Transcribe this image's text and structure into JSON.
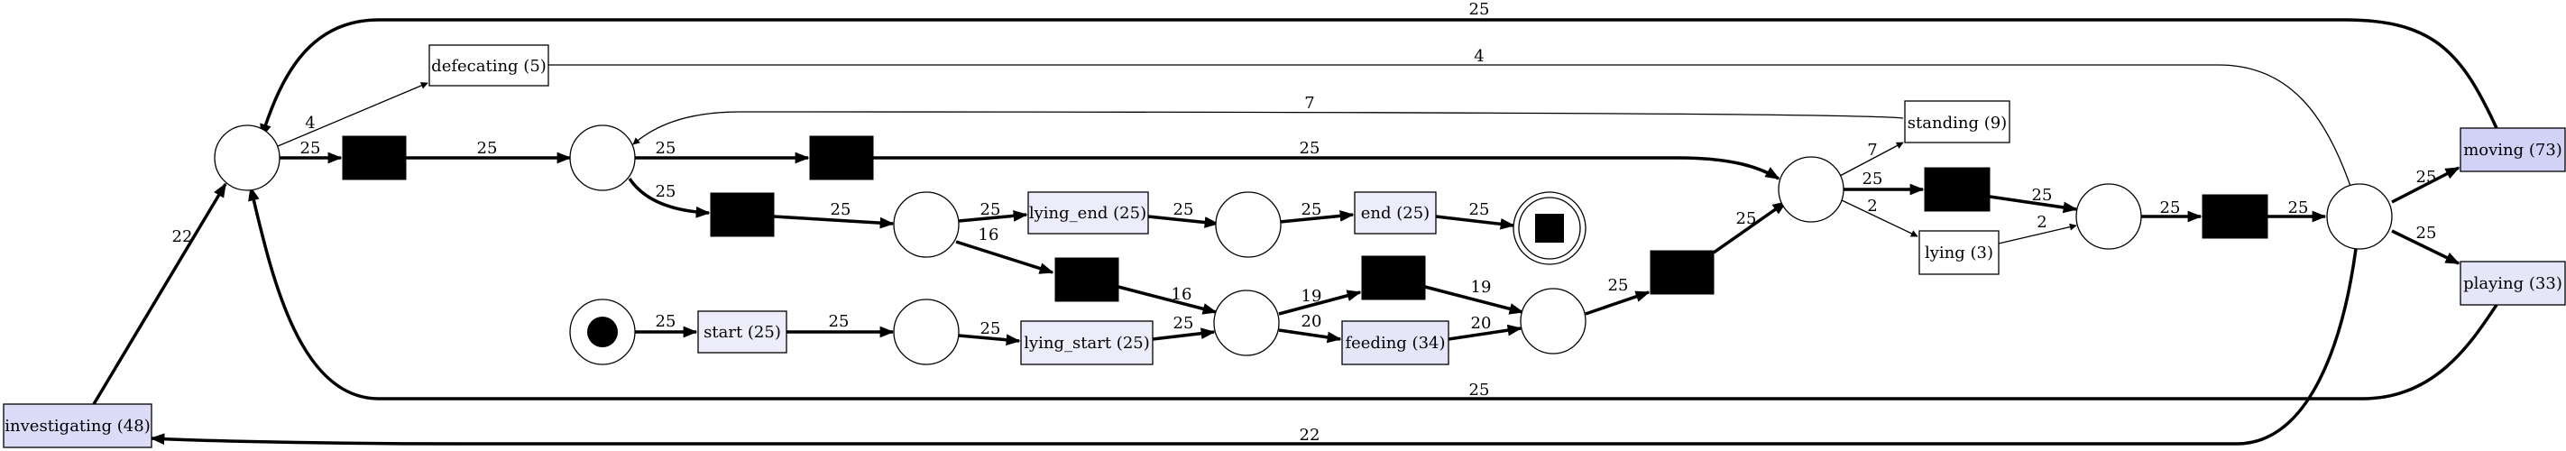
{
  "diagram": {
    "colors": {
      "transition_fill_default": "#ffffff",
      "transition_fill_light": "#ececfb",
      "transition_fill_medium": "#d2d2f6",
      "silent_fill": "#000000",
      "stroke": "#000000"
    },
    "transitions": [
      {
        "id": "defecating",
        "label": "defecating (5)",
        "fill": "#ffffff"
      },
      {
        "id": "standing",
        "label": "standing (9)",
        "fill": "#ffffff"
      },
      {
        "id": "moving",
        "label": "moving (73)",
        "fill": "#d2d2f6"
      },
      {
        "id": "playing",
        "label": "playing (33)",
        "fill": "#e6e6f9"
      },
      {
        "id": "investigating",
        "label": "investigating (48)",
        "fill": "#dcdcf8"
      },
      {
        "id": "lying_end",
        "label": "lying_end (25)",
        "fill": "#ececfb"
      },
      {
        "id": "end",
        "label": "end (25)",
        "fill": "#ececfb"
      },
      {
        "id": "start",
        "label": "start (25)",
        "fill": "#ececfb"
      },
      {
        "id": "lying_start",
        "label": "lying_start (25)",
        "fill": "#ececfb"
      },
      {
        "id": "feeding",
        "label": "feeding (34)",
        "fill": "#e6e6f9"
      },
      {
        "id": "lying",
        "label": "lying (3)",
        "fill": "#ffffff"
      }
    ],
    "edge_labels": {
      "moving_to_p1": "25",
      "defecating_to_p12": "4",
      "p1_to_defecating": "4",
      "p1_to_s1": "25",
      "s1_to_p2": "25",
      "standing_to_p1": "7",
      "p2_to_s2": "25",
      "s2_to_p8": "25",
      "p2_to_s3": "25",
      "s3_to_p3": "25",
      "p3_to_lying_end": "25",
      "lying_end_to_p4": "25",
      "p4_to_end": "25",
      "end_to_psink": "25",
      "p3_to_s4": "16",
      "s4_to_p6": "16",
      "psrc_to_start": "25",
      "start_to_p5": "25",
      "p5_to_lying_start": "25",
      "lying_start_to_p6": "25",
      "p6_to_s5": "19",
      "s5_to_p7": "19",
      "p6_to_feeding": "20",
      "feeding_to_p7": "20",
      "p7_to_s6": "25",
      "s6_to_p8": "25",
      "p8_to_standing": "7",
      "p8_to_s7": "25",
      "p8_to_lying": "2",
      "s7_to_p9": "25",
      "lying_to_p9": "2",
      "p9_to_s8": "25",
      "s8_to_p10": "25",
      "p10_to_moving": "25",
      "p10_to_playing": "25",
      "playing_to_p1": "25",
      "p10_to_investigating": "22",
      "investigating_to_p1": "22"
    }
  }
}
